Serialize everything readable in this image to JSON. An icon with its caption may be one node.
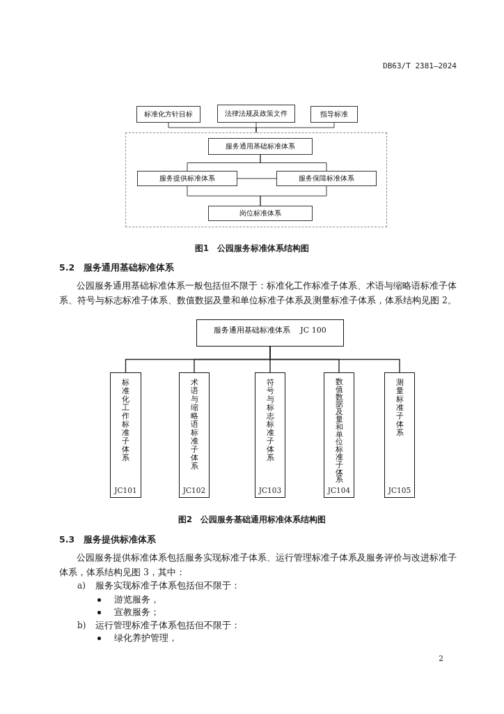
{
  "diagram": {
    "nodes": [
      {
        "text": [
          "标准化方针目标"
        ]
      },
      {
        "text": [
          "法律法规及政策文件"
        ]
      },
      {
        "text": [
          "指导标准"
        ]
      },
      {
        "text": [],
        "shape": "box"
      },
      {
        "text": [
          "服务通用基础标准体系"
        ],
        "in": 3
      },
      {
        "text": [
          "服务提供标准体系"
        ],
        "in": 3
      },
      {
        "text": [
          "服务保障标准体系"
        ],
        "in": 3
      },
      {
        "text": [
          "岗位标准体系"
        ],
        "in": 3
      },
      {
        "text": [
          "服务通用基础标准体系",
          "JC 100"
        ]
      },
      {
        "text": [
          "标准化工作标准子体系",
          "JC101"
        ]
      },
      {
        "text": [
          "术语与缩略语标准子体系",
          "JC102"
        ]
      },
      {
        "text": [
          "符号与标志标准子体系",
          "JC103"
        ]
      },
      {
        "text": [
          "数值数据及量和单位标准子体系",
          "JC104"
        ]
      },
      {
        "text": [
          "测量标准子体系",
          "JC105"
        ]
      }
    ],
    "edges": [
      {
        "from": 0,
        "to": 3,
        "arrow": "none"
      },
      {
        "from": 1,
        "to": 3,
        "arrow": "none"
      },
      {
        "from": 2,
        "to": 3,
        "arrow": "none"
      },
      {
        "from": 4,
        "to": 5,
        "arrow": "none"
      },
      {
        "from": 4,
        "to": 6,
        "arrow": "none"
      },
      {
        "from": 5,
        "to": 6,
        "arrow": "none"
      },
      {
        "from": 5,
        "to": 7,
        "arrow": "none"
      },
      {
        "from": 6,
        "to": 7,
        "arrow": "none"
      },
      {
        "from": 8,
        "to": 9,
        "arrow": "none"
      },
      {
        "from": 8,
        "to": 10,
        "arrow": "none"
      },
      {
        "from": 8,
        "to": 11,
        "arrow": "none"
      },
      {
        "from": 8,
        "to": 12,
        "arrow": "none"
      },
      {
        "from": 8,
        "to": 13,
        "arrow": "none"
      }
    ],
    "labels": [
      "DB63/T 2381—2024",
      "图1　公园服务标准体系结构图",
      "5.2　服务通用基础标准体系",
      "公园服务通用基础标准体系一般包括但不限于：标准化工作标准子体系、术语与缩略语标准子体系、符号与标志标准子体系、数值数据及量和单位标准子体系及测量标准子体系，体系结构见图 2。",
      "图2　公园服务基础通用标准体系结构图",
      "5.3　服务提供标准体系",
      "公园服务提供标准体系包括服务实现标准子体系、运行管理标准子体系及服务评价与改进标准子体系，体系结构见图 3，其中：",
      "a)",
      "服务实现标准子体系包括但不限于：",
      "游览服务，",
      "宣教服务；",
      "b)",
      "运行管理标准子体系包括但不限于：",
      "绿化养护管理，",
      "2"
    ]
  }
}
